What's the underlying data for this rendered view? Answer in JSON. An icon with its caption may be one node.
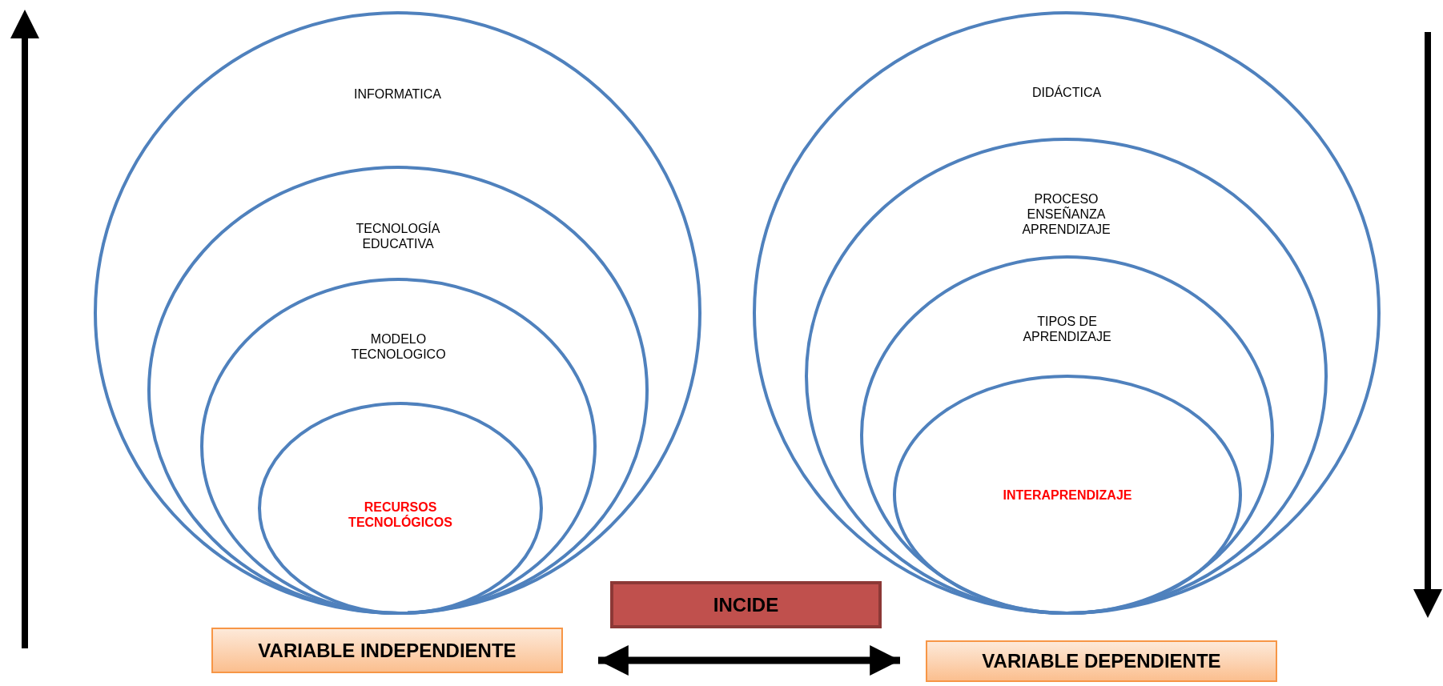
{
  "diagram": {
    "nodes": [
      {
        "text": [
          "INFORMATICA"
        ]
      },
      {
        "text": [
          "TECNOLOGÍA EDUCATIVA"
        ],
        "in": 0
      },
      {
        "text": [
          "MODELO TECNOLOGICO"
        ],
        "in": 1
      },
      {
        "text": [
          "RECURSOS TECNOLÓGICOS"
        ],
        "in": 2
      },
      {
        "text": [
          "DIDÁCTICA"
        ]
      },
      {
        "text": [
          "PROCESO ENSEÑANZA APRENDIZAJE"
        ],
        "in": 4
      },
      {
        "text": [
          "TIPOS DE APRENDIZAJE"
        ],
        "in": 5
      },
      {
        "text": [
          "INTERAPRENDIZAJE"
        ],
        "in": 6
      },
      {
        "text": [
          "VARIABLE INDEPENDIENTE"
        ]
      },
      {
        "text": [
          "INCIDE"
        ]
      },
      {
        "text": [
          "VARIABLE DEPENDIENTE"
        ]
      }
    ],
    "edges": [
      {
        "from": 8,
        "to": 10,
        "arrow": "both"
      }
    ]
  }
}
